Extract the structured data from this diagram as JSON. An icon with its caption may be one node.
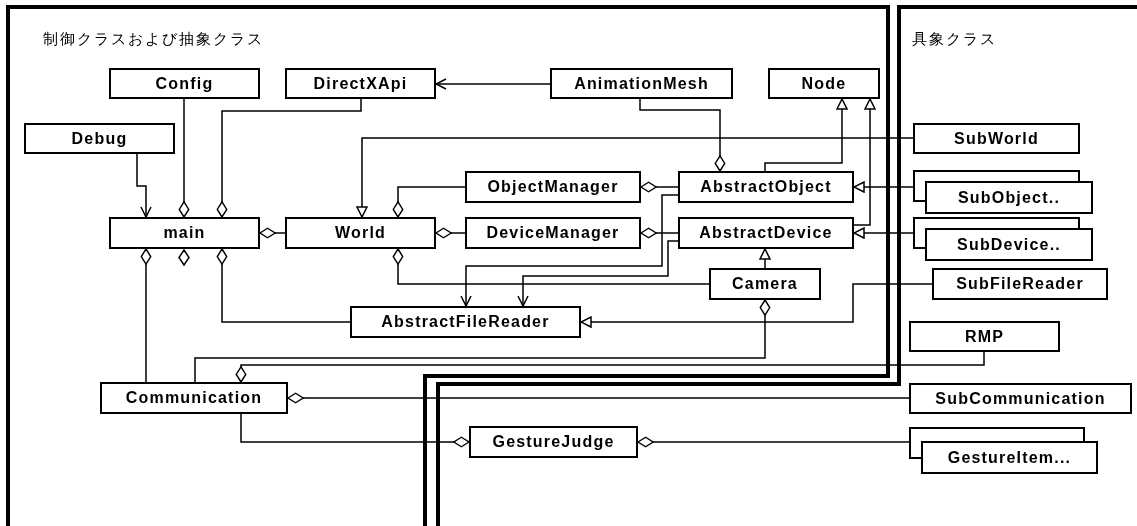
{
  "diagram": {
    "nodes": [
      {
        "text": [
          "Config"
        ]
      },
      {
        "text": [
          "DirectXApi"
        ]
      },
      {
        "text": [
          "AnimationMesh"
        ]
      },
      {
        "text": [
          "Node"
        ]
      },
      {
        "text": [
          "Debug"
        ]
      },
      {
        "text": [
          "ObjectManager"
        ]
      },
      {
        "text": [
          "AbstractObject"
        ]
      },
      {
        "text": [
          "main"
        ]
      },
      {
        "text": [
          "World"
        ]
      },
      {
        "text": [
          "DeviceManager"
        ]
      },
      {
        "text": [
          "AbstractDevice"
        ]
      },
      {
        "text": [
          "Camera"
        ]
      },
      {
        "text": [
          "AbstractFileReader"
        ]
      },
      {
        "text": [
          "Communication"
        ]
      },
      {
        "text": [
          "SubWorld"
        ]
      },
      {
        "text": [
          "SubObject.."
        ]
      },
      {
        "text": [
          "SubDevice.."
        ]
      },
      {
        "text": [
          "SubFileReader"
        ]
      },
      {
        "text": [
          "RMP"
        ]
      },
      {
        "text": [
          "SubCommunication"
        ]
      },
      {
        "text": [
          "GestureJudge"
        ]
      },
      {
        "text": [
          "GestureItem..."
        ]
      }
    ],
    "edges": [
      {
        "from": 4,
        "to": 7,
        "arrow": "to"
      },
      {
        "from": 7,
        "to": 0,
        "arrow": "other"
      },
      {
        "from": 7,
        "to": 1,
        "arrow": "other"
      },
      {
        "from": 2,
        "to": 1,
        "arrow": "to"
      },
      {
        "from": 6,
        "to": 2,
        "arrow": "other"
      },
      {
        "from": 6,
        "to": 3,
        "arrow": "to"
      },
      {
        "from": 10,
        "to": 3,
        "arrow": "to"
      },
      {
        "from": 14,
        "to": 8,
        "arrow": "to"
      },
      {
        "from": 8,
        "to": 5,
        "arrow": "other"
      },
      {
        "from": 7,
        "to": 8,
        "arrow": "other"
      },
      {
        "from": 8,
        "to": 9,
        "arrow": "other"
      },
      {
        "from": 5,
        "to": 6,
        "arrow": "other"
      },
      {
        "from": 9,
        "to": 10,
        "arrow": "other"
      },
      {
        "from": 6,
        "to": 12,
        "arrow": "to"
      },
      {
        "from": 10,
        "to": 12,
        "arrow": "to"
      },
      {
        "from": 11,
        "to": 10,
        "arrow": "to"
      },
      {
        "from": 8,
        "to": 11,
        "arrow": "other"
      },
      {
        "from": 15,
        "to": 6,
        "arrow": "to"
      },
      {
        "from": 16,
        "to": 10,
        "arrow": "to"
      },
      {
        "from": 17,
        "to": 12,
        "arrow": "to"
      },
      {
        "from": 7,
        "to": 12,
        "arrow": "other"
      },
      {
        "from": 7,
        "to": 13,
        "arrow": "other"
      },
      {
        "from": 11,
        "to": 13,
        "arrow": "other"
      },
      {
        "from": 13,
        "to": 18,
        "arrow": "other"
      },
      {
        "from": 13,
        "to": 19,
        "arrow": "other"
      },
      {
        "from": 20,
        "to": 13,
        "arrow": "other"
      },
      {
        "from": 20,
        "to": 21,
        "arrow": "other"
      }
    ],
    "labels": [
      "制御クラスおよび抽象クラス",
      "具象クラス"
    ]
  }
}
